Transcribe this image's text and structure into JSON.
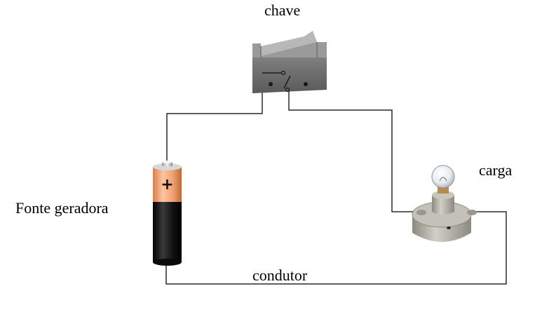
{
  "labels": {
    "switch": "chave",
    "load": "carga",
    "source": "Fonte geradora",
    "conductor": "condutor"
  },
  "battery": {
    "polarity_symbol": "+"
  },
  "colors": {
    "wire": "#2a2a2a",
    "battery_top": "#f0a878",
    "battery_body": "#111111",
    "switch_body": "#6f6f6f",
    "lamp_base": "#b9b7ad"
  }
}
